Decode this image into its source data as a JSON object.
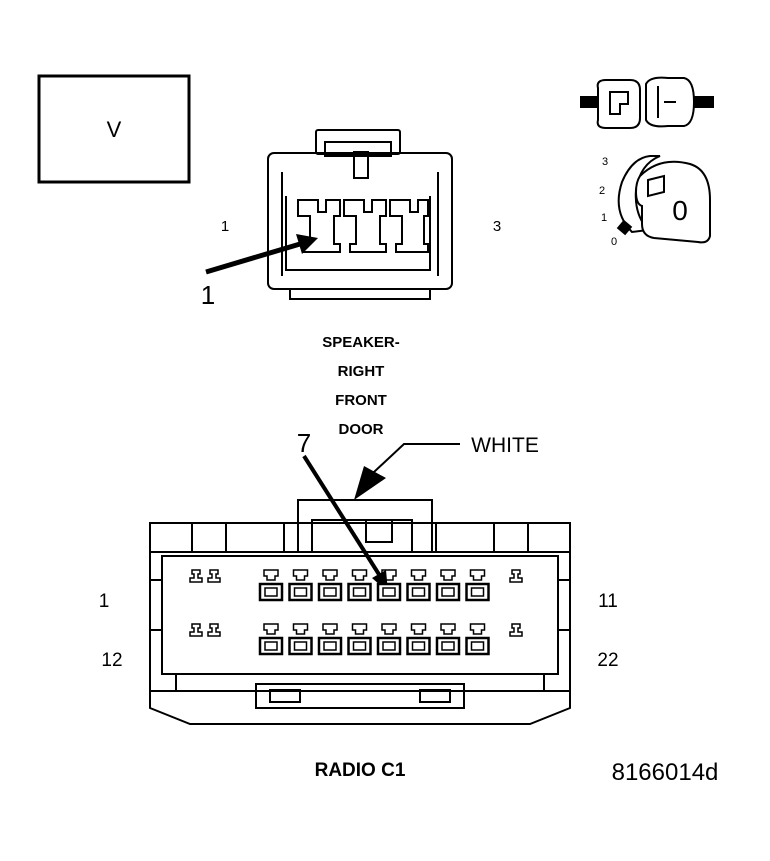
{
  "view_box_label": "V",
  "speaker_connector": {
    "pin_left": "1",
    "pin_right": "3",
    "callout": "1",
    "name_lines": [
      "SPEAKER-",
      "RIGHT",
      "FRONT",
      "DOOR"
    ]
  },
  "key_positions": {
    "labels": [
      "3",
      "2",
      "1",
      "0"
    ],
    "key_mark": "0"
  },
  "radio_connector": {
    "callout": "7",
    "color_label": "WHITE",
    "pin_top_left": "1",
    "pin_top_right": "11",
    "pin_bottom_left": "12",
    "pin_bottom_right": "22",
    "name": "RADIO C1"
  },
  "figure_id": "8166014d",
  "colors": {
    "ink": "#000000",
    "paper": "#ffffff"
  }
}
